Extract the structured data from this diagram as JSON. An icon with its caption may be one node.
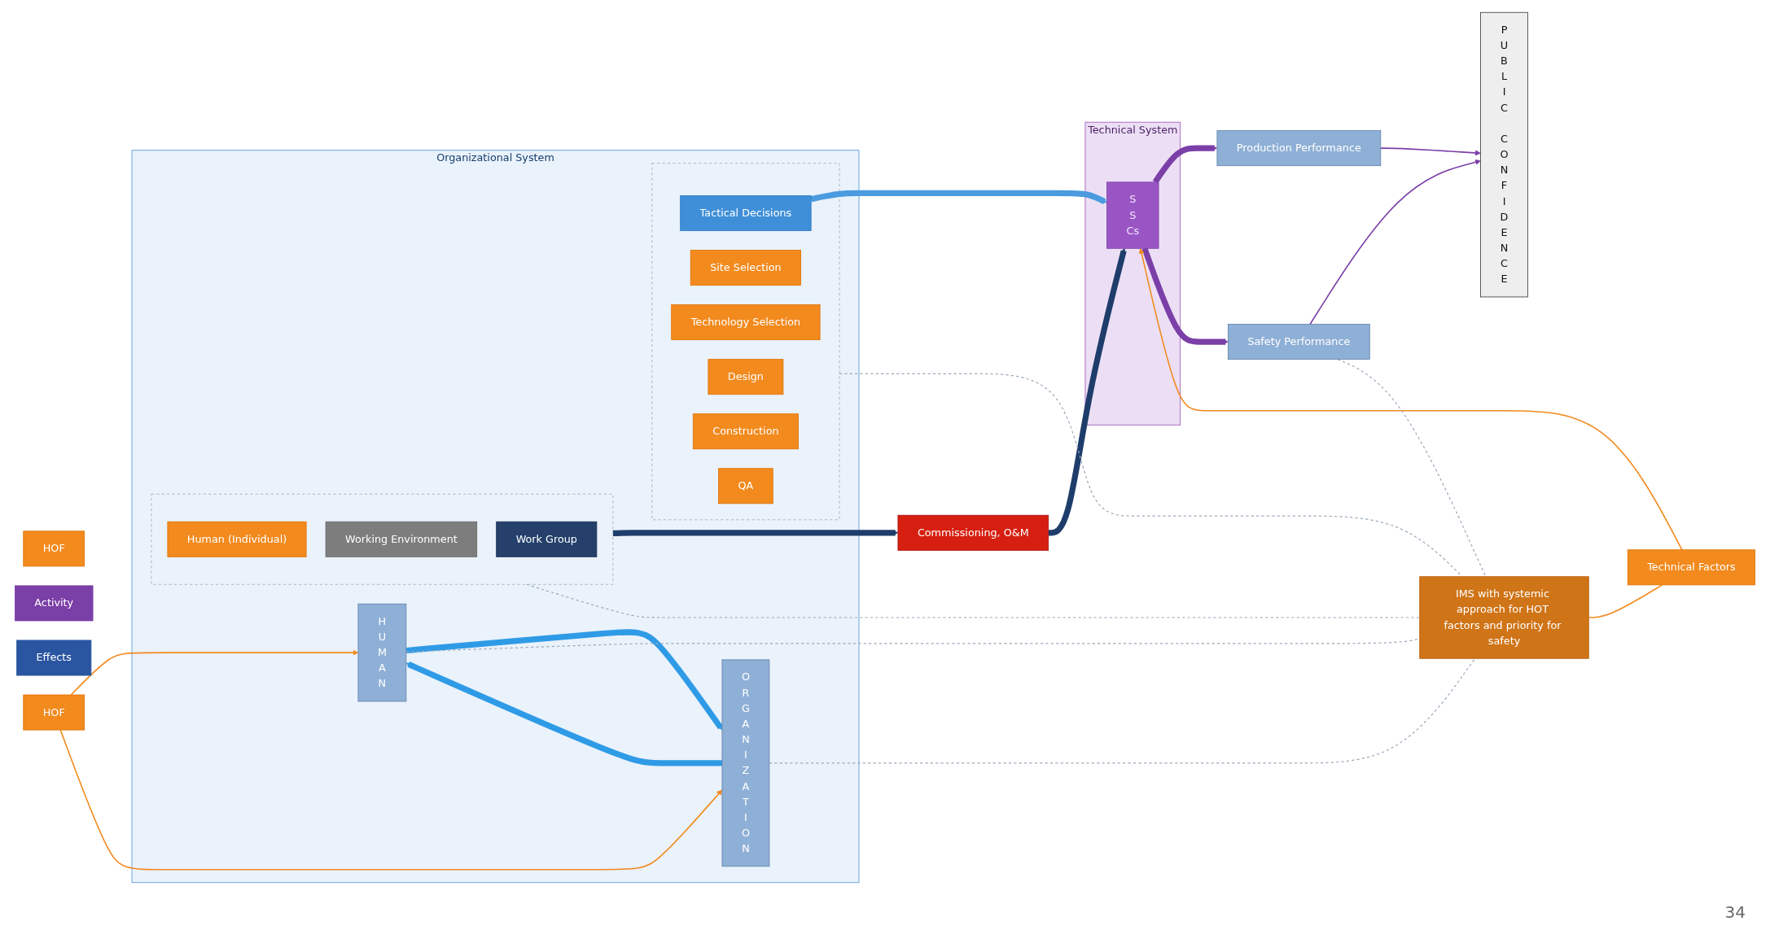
{
  "diagram": {
    "nodes": [
      {
        "text": [
          "Organizational System"
        ]
      },
      {
        "text": [
          "Technical System"
        ]
      },
      {
        "text": [
          "Commissioning, O&M"
        ]
      },
      {
        "text": [
          "HUMAN"
        ],
        "in": 0
      },
      {
        "text": [
          "ORGANIZATION"
        ],
        "in": 0
      },
      {
        "text": [],
        "shape": "box",
        "in": 0
      },
      {
        "text": [
          "Human (Individual)"
        ],
        "in": 5
      },
      {
        "text": [
          "Working Environment"
        ],
        "in": 5
      },
      {
        "text": [
          "Work Group"
        ],
        "in": 5
      },
      {
        "text": [],
        "shape": "box",
        "in": 0
      },
      {
        "text": [
          "Tactical Decisions"
        ],
        "in": 9
      },
      {
        "text": [
          "Site Selection"
        ],
        "in": 9
      },
      {
        "text": [
          "Technology Selection"
        ],
        "in": 9
      },
      {
        "text": [
          "Design"
        ],
        "in": 9
      },
      {
        "text": [
          "Construction"
        ],
        "in": 9
      },
      {
        "text": [
          "QA"
        ],
        "in": 9
      },
      {
        "text": [
          "S S Cs"
        ],
        "in": 1
      },
      {
        "text": [
          "Production Performance"
        ]
      },
      {
        "text": [
          "Safety Performance"
        ]
      },
      {
        "text": [
          "PUBLIC CONFIDENCE"
        ]
      },
      {
        "text": [
          "HOF"
        ]
      },
      {
        "text": [
          "Activity"
        ]
      },
      {
        "text": [
          "Effects"
        ]
      },
      {
        "text": [
          "HOF"
        ]
      },
      {
        "text": [
          "IMS with systemic approach for HOT factors and priority for safety"
        ]
      },
      {
        "text": [
          "Technical Factors"
        ]
      }
    ],
    "edges": [
      {
        "from": 3,
        "to": 4,
        "arrow": "to",
        "style": "thick",
        "color": "#2f9be6"
      },
      {
        "from": 4,
        "to": 3,
        "arrow": "to",
        "style": "thick",
        "color": "#2f9be6"
      },
      {
        "from": 5,
        "to": 2,
        "arrow": "to",
        "style": "thick",
        "color": "#1f3d6b"
      },
      {
        "from": 2,
        "to": 16,
        "arrow": "to",
        "style": "thick",
        "color": "#1f3d6b"
      },
      {
        "from": 10,
        "to": 16,
        "arrow": "to",
        "style": "thick",
        "color": "#4a9be0"
      },
      {
        "from": 16,
        "to": 17,
        "arrow": "to",
        "style": "thick",
        "color": "#7b3fa8"
      },
      {
        "from": 16,
        "to": 18,
        "arrow": "to",
        "style": "thick",
        "color": "#7b3fa8"
      },
      {
        "from": 17,
        "to": 19,
        "arrow": "to",
        "color": "#7b3fa8"
      },
      {
        "from": 18,
        "to": 19,
        "arrow": "to",
        "color": "#7b3fa8"
      },
      {
        "from": 23,
        "to": 3,
        "arrow": "to",
        "color": "#f28a1e"
      },
      {
        "from": 23,
        "to": 4,
        "arrow": "to",
        "color": "#f28a1e"
      },
      {
        "from": 25,
        "to": 16,
        "arrow": "to",
        "color": "#f28a1e"
      },
      {
        "from": 24,
        "to": 25,
        "arrow": "none",
        "color": "#f28a1e"
      },
      {
        "from": 3,
        "to": 24,
        "arrow": "none",
        "style": "dashed"
      },
      {
        "from": 4,
        "to": 24,
        "arrow": "none",
        "style": "dashed"
      },
      {
        "from": 5,
        "to": 24,
        "arrow": "none",
        "style": "dashed"
      },
      {
        "from": 9,
        "to": 24,
        "arrow": "none",
        "style": "dashed"
      },
      {
        "from": 18,
        "to": 24,
        "arrow": "none",
        "style": "dashed"
      }
    ],
    "labels": [
      "34"
    ]
  }
}
